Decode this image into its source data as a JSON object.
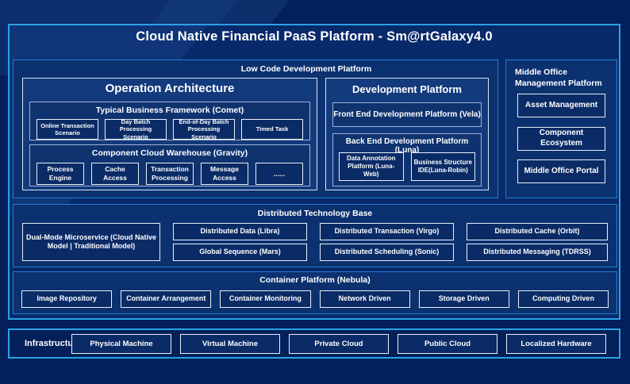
{
  "title": "Cloud Native Financial PaaS Platform - Sm@rtGalaxy4.0",
  "low_code": {
    "title": "Low Code Development Platform",
    "operation_architecture": {
      "title": "Operation Architecture",
      "typical_business_framework": {
        "title": "Typical Business Framework (Comet)",
        "items": [
          "Online Transaction Scenario",
          "Day Batch Processing Scenario",
          "End-of-Day Batch Processing Scenario",
          "Timed Task"
        ]
      },
      "component_cloud_warehouse": {
        "title": "Component Cloud Warehouse (Gravity)",
        "items": [
          "Process Engine",
          "Cache Access",
          "Transaction Processing",
          "Message Access",
          "......"
        ]
      }
    },
    "development_platform": {
      "title": "Development Platform",
      "front_end": "Front End Development Platform (Vela)",
      "back_end": {
        "title": "Back End Development Platform (Luna)",
        "items": [
          "Data Annotation Platform (Luna-Web)",
          "Business Structure IDE(Luna-Robin)"
        ]
      }
    }
  },
  "middle_office": {
    "title": "Middle Office Management Platform",
    "items": [
      "Asset Management",
      "Component Ecosystem",
      "Middle Office Portal"
    ]
  },
  "distributed": {
    "title": "Distributed Technology Base",
    "dual_mode": "Dual-Mode Microservice (Cloud Native Model | Traditional Model)",
    "columns": [
      [
        "Distributed Data (Libra)",
        "Global Sequence (Mars)"
      ],
      [
        "Distributed Transaction (Virgo)",
        "Distributed Scheduling (Sonic)"
      ],
      [
        "Distributed Cache (Orbit)",
        "Distributed Messaging (TDRSS)"
      ]
    ]
  },
  "container_platform": {
    "title": "Container Platform (Nebula)",
    "items": [
      "Image Repository",
      "Container Arrangement",
      "Container Monitoring",
      "Network Driven",
      "Storage Driven",
      "Computing Driven"
    ]
  },
  "infrastructure": {
    "label": "Infrastructure",
    "items": [
      "Physical Machine",
      "Virtual Machine",
      "Private Cloud",
      "Public Cloud",
      "Localized Hardware"
    ]
  },
  "colors": {
    "page_bg": "#04205a",
    "outer_border": "#2aa2e4",
    "section_border": "#1d80d1",
    "section_bg": "#0c316f",
    "panel_border": "#d9e6f4",
    "panel_bg": "#123a7d",
    "subpanel_border": "#9db4d6",
    "subpanel_bg": "#0e336f",
    "leaf_border": "#e9f0f8",
    "leaf_bg": "#0a2b66",
    "text": "#ffffff"
  }
}
